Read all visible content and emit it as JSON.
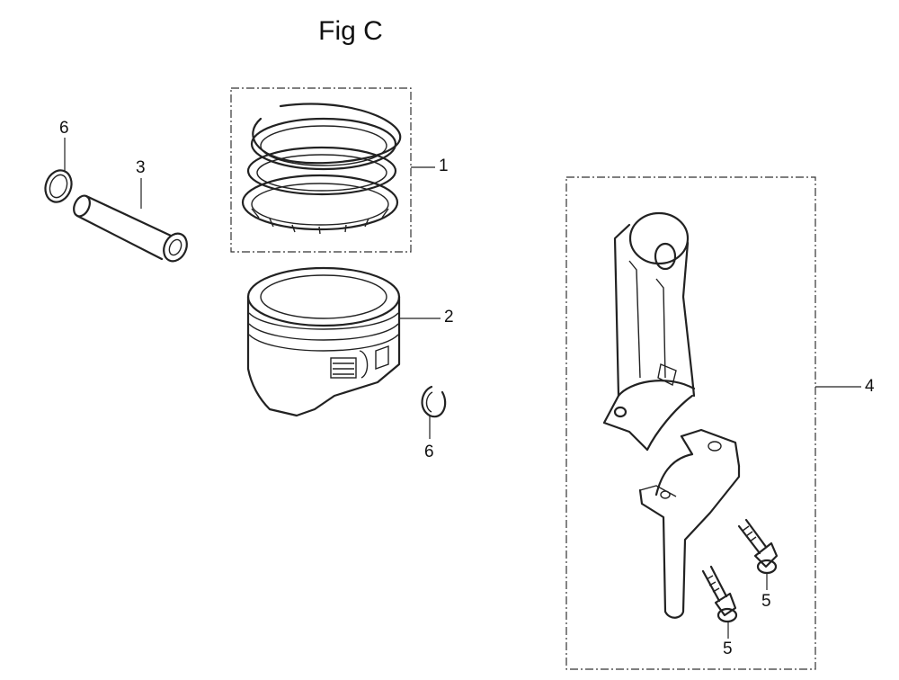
{
  "figure": {
    "title": "Fig C",
    "callouts": {
      "piston_rings": "1",
      "piston": "2",
      "piston_pin": "3",
      "connecting_rod_set": "4",
      "rod_bolt_right": "5",
      "rod_bolt_left": "5",
      "clip_left": "6",
      "clip_right": "6"
    }
  }
}
